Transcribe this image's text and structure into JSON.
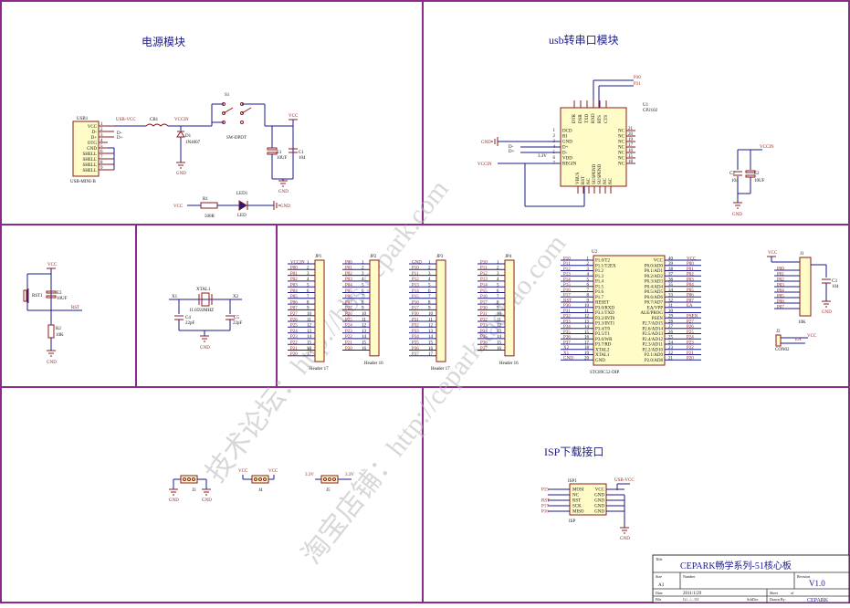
{
  "sections": {
    "power": "电源模块",
    "usb_serial": "usb转串口模块",
    "isp": "ISP下载接口"
  },
  "title_block": {
    "title_label": "Title",
    "title": "CEPARK畅学系列-51核心板",
    "size_label": "Size",
    "size": "A3",
    "number_label": "Number",
    "revision_label": "Revision",
    "revision": "V1.0",
    "date_label": "Date",
    "date": "2011/1/29",
    "sheet_label": "Sheet",
    "sheet": "of",
    "file_label": "File",
    "file": "G:\\...\\...\\51",
    "drawn_label": "Drawn By:",
    "drawn": "CEPARK",
    "schdoc": "SchDoc"
  },
  "watermarks": {
    "wm1": "技术论坛：http://bbs.cepark.com",
    "wm2": "淘宝店铺：http://cepark.taobao.com"
  },
  "power": {
    "usb1_ref": "USB1",
    "usb1_pins": [
      "VCC",
      "D-",
      "D+",
      "OTG",
      "GND",
      "SHELL",
      "SHELL",
      "SHELL",
      "SHELL"
    ],
    "usb1_name": "USB-MINI-B",
    "usb_vcc": "USB-VCC",
    "d_minus": "D-",
    "d_plus": "D+",
    "cb1": "CB1",
    "vccin": "VCCIN",
    "d1": "D1",
    "d1_val": "1N4007",
    "gnd": "GND",
    "s1": "S1",
    "s1_val": "SW-DPDT",
    "vcc": "VCC",
    "e1": "E1",
    "e1_val": "10UF",
    "c1": "C1",
    "c1_val": "104",
    "r1": "R1",
    "r1_val": "500R",
    "led1": "LED1",
    "led_val": "LED"
  },
  "cp2102": {
    "p30": "P30",
    "p31": "P31",
    "ref": "U1",
    "name": "CP2102",
    "left_pins": [
      "DCD",
      "RI",
      "GND",
      "D+",
      "D-",
      "VDD",
      "REGIN"
    ],
    "left_nums": [
      "1",
      "2",
      "3",
      "4",
      "5",
      "6",
      "7"
    ],
    "top_pins": [
      "DTR",
      "DSR",
      "TXD",
      "RXD",
      "RTS",
      "CTS"
    ],
    "right_pins": [
      "NC",
      "NC",
      "NC",
      "NC",
      "NC",
      "NC",
      "NC"
    ],
    "right_nums": [
      "21",
      "20",
      "19",
      "17",
      "16",
      "15",
      "18"
    ],
    "bottom_pins": [
      "VBUS",
      "RST",
      "NC",
      "SUSPEND",
      "SUSPEND",
      "NC",
      "NC"
    ],
    "gnd": "GND",
    "dm": "D-",
    "dp": "D+",
    "v33": "3.3V",
    "vccin": "VCCIN",
    "c2": "C2",
    "c2_val": "104",
    "e2": "E2",
    "e2_val": "10UF"
  },
  "reset": {
    "vcc": "VCC",
    "rst1": "RST1",
    "e3": "E3",
    "e3_val": "10UF",
    "rst": "RST",
    "r2": "R2",
    "r2_val": "10K",
    "gnd": "GND"
  },
  "crystal": {
    "x1": "X1",
    "x2": "X2",
    "xtal": "XTAL1",
    "xtal_val": "11.0592MHZ",
    "c4": "C4",
    "c4_val": "22pF",
    "c5": "C5",
    "c5_val": "22pF",
    "gnd": "GND"
  },
  "headers": {
    "jp1": "JP1",
    "jp1_nets": [
      "VCCIN",
      "P00",
      "P01",
      "P02",
      "P03",
      "P04",
      "P05",
      "P06",
      "P07",
      "P27",
      "P26",
      "P25",
      "P24",
      "P23",
      "P22",
      "P21",
      "P20"
    ],
    "jp1_name": "Header 17",
    "jp2": "JP2",
    "jp2_nets": [
      "P00",
      "P01",
      "P02",
      "P03",
      "P04",
      "P05",
      "P06",
      "P07",
      "P27",
      "P26",
      "P25",
      "P24",
      "P23",
      "P22",
      "P21",
      "P20"
    ],
    "jp2_name": "Header 16",
    "jp3": "JP3",
    "jp3_nets": [
      "GND",
      "P10",
      "P11",
      "P12",
      "P13",
      "P14",
      "P15",
      "P16",
      "P17",
      "P30",
      "P31",
      "P32",
      "P33",
      "P34",
      "P35",
      "P36",
      "P37"
    ],
    "jp3_name": "Header 17",
    "jp4": "JP4",
    "jp4_nets": [
      "P10",
      "P11",
      "P12",
      "P13",
      "P14",
      "P15",
      "P16",
      "P17",
      "P30",
      "P31",
      "P32",
      "P33",
      "P34",
      "P35",
      "P36",
      "P37"
    ],
    "jp4_name": "Header 16"
  },
  "mcu": {
    "ref": "U2",
    "name": "STC89C52-DIP",
    "left_nets": [
      "P10",
      "P11",
      "P12",
      "P13",
      "P14",
      "P15",
      "P16",
      "P17",
      "RST",
      "P30",
      "P31",
      "P32",
      "P33",
      "P34",
      "P35",
      "P36",
      "P37",
      "X2",
      "X1",
      "GND"
    ],
    "left_pins": [
      "P1.0/T2",
      "P1.1/T2EX",
      "P1.2",
      "P1.3",
      "P1.4",
      "P1.5",
      "P1.6",
      "P1.7",
      "RESET",
      "P3.0/RXD",
      "P3.1/TXD",
      "P3.2/INT0",
      "P3.3/INT1",
      "P3.4/T0",
      "P3.5/T1",
      "P3.6/WR",
      "P3.7/RD",
      "XTAL2",
      "XTAL1",
      "GND"
    ],
    "right_pins": [
      "VCC",
      "P0.0/AD0",
      "P0.1/AD1",
      "P0.2/AD2",
      "P0.3/AD3",
      "P0.4/AD4",
      "P0.5/AD5",
      "P0.6/AD6",
      "P0.7/AD7",
      "EA/VPP",
      "ALE/PROG",
      "PSEN",
      "P2.7/AD15",
      "P2.6/AD14",
      "P2.5/AD13",
      "P2.4/AD12",
      "P2.3/AD11",
      "P2.2/AD10",
      "P2.1/AD9",
      "P2.0/AD8"
    ],
    "right_nums": [
      "40",
      "39",
      "38",
      "37",
      "36",
      "35",
      "34",
      "33",
      "32",
      "31",
      "30",
      "29",
      "28",
      "27",
      "26",
      "25",
      "24",
      "23",
      "22",
      "21"
    ],
    "right_nets": [
      "VCC",
      "P00",
      "P01",
      "P02",
      "P03",
      "P04",
      "P05",
      "P06",
      "P07",
      "EA",
      "",
      "PSEN",
      "P27",
      "P26",
      "P25",
      "P24",
      "P23",
      "P22",
      "P21",
      "P20"
    ]
  },
  "pullup": {
    "vcc": "VCC",
    "j1": "J1",
    "nets": [
      "P00",
      "P01",
      "P02",
      "P03",
      "P04",
      "P05",
      "P06",
      "P07"
    ],
    "j1_val": "10K",
    "c3": "C3",
    "c3_val": "104",
    "gnd": "GND",
    "j2": "J2",
    "ea": "EA",
    "vcc2": "VCC",
    "j2_name": "CON02"
  },
  "jumpers": {
    "gnd": "GND",
    "j3": "J3",
    "vcc": "VCC",
    "j4": "J4",
    "v33a": "3.3V",
    "v33b": "3.3V",
    "j5": "J5"
  },
  "isp": {
    "ref": "ISP1",
    "left_nets": [
      "P15",
      "",
      "RST",
      "P17",
      "P16"
    ],
    "left_pins": [
      "MOSI",
      "NC",
      "RST",
      "SCK",
      "MISO"
    ],
    "right_pins": [
      "VCC",
      "GND",
      "GND",
      "GND",
      "GND"
    ],
    "usb_vcc": "USB-VCC",
    "name": "ISP",
    "gnd": "GND"
  }
}
